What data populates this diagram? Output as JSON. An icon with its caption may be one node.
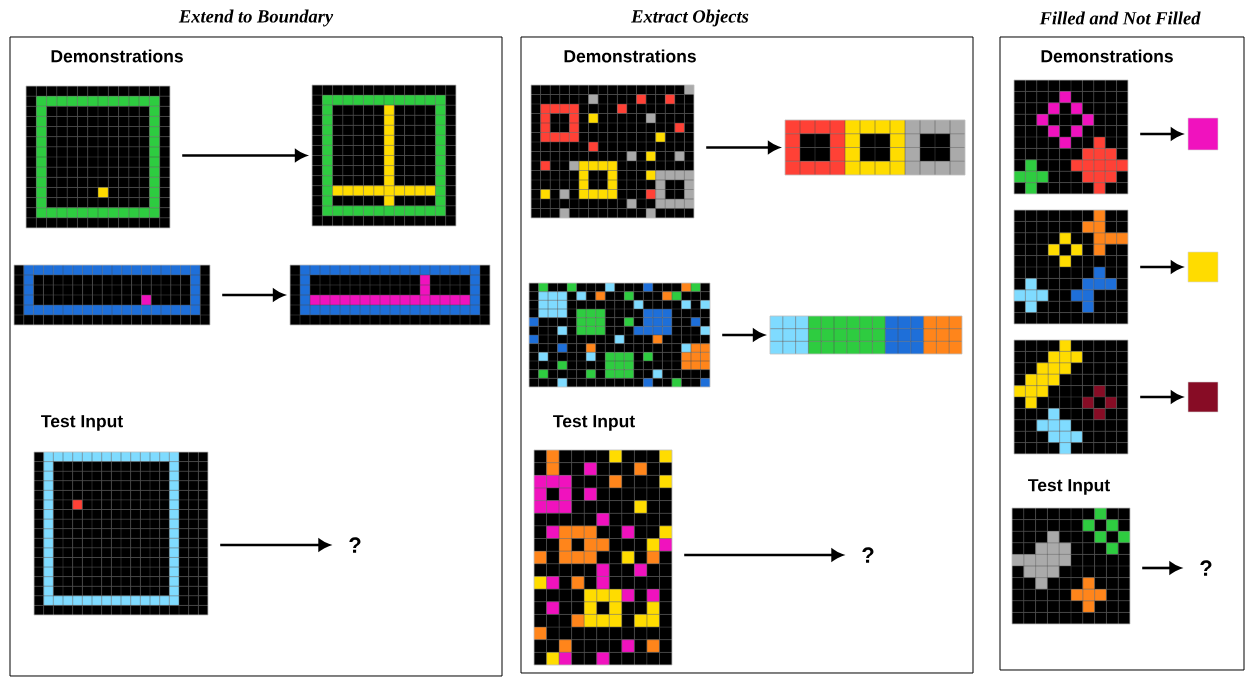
{
  "diagram": {
    "nodes": [
      {
        "text": [
          "Extend to Boundary",
          "Demonstrations",
          "Test Input"
        ]
      },
      {
        "text": [],
        "shape": "picture",
        "in": 0
      },
      {
        "text": [],
        "shape": "picture",
        "in": 0
      },
      {
        "text": [],
        "shape": "picture",
        "in": 0
      },
      {
        "text": [],
        "shape": "picture",
        "in": 0
      },
      {
        "text": [],
        "shape": "picture",
        "in": 0
      },
      {
        "text": [
          "?"
        ],
        "in": 0
      },
      {
        "text": [
          "Extract Objects",
          "Demonstrations",
          "Test Input"
        ]
      },
      {
        "text": [],
        "shape": "picture",
        "in": 7
      },
      {
        "text": [],
        "shape": "picture",
        "in": 7
      },
      {
        "text": [],
        "shape": "picture",
        "in": 7
      },
      {
        "text": [],
        "shape": "picture",
        "in": 7
      },
      {
        "text": [],
        "shape": "picture",
        "in": 7
      },
      {
        "text": [
          "?"
        ],
        "in": 7
      },
      {
        "text": [
          "Filled and Not Filled",
          "Demonstrations",
          "Test Input"
        ]
      },
      {
        "text": [],
        "shape": "picture",
        "in": 14
      },
      {
        "text": [],
        "shape": "box",
        "in": 14
      },
      {
        "text": [],
        "shape": "picture",
        "in": 14
      },
      {
        "text": [],
        "shape": "box",
        "in": 14
      },
      {
        "text": [],
        "shape": "picture",
        "in": 14
      },
      {
        "text": [],
        "shape": "box",
        "in": 14
      },
      {
        "text": [],
        "shape": "picture",
        "in": 14
      },
      {
        "text": [
          "?"
        ],
        "in": 14
      }
    ],
    "edges": [
      {
        "from": 1,
        "to": 2,
        "arrow": "to"
      },
      {
        "from": 3,
        "to": 4,
        "arrow": "to"
      },
      {
        "from": 5,
        "to": 6,
        "arrow": "to"
      },
      {
        "from": 8,
        "to": 9,
        "arrow": "to"
      },
      {
        "from": 10,
        "to": 11,
        "arrow": "to"
      },
      {
        "from": 12,
        "to": 13,
        "arrow": "to"
      },
      {
        "from": 15,
        "to": 16,
        "arrow": "to"
      },
      {
        "from": 17,
        "to": 18,
        "arrow": "to"
      },
      {
        "from": 19,
        "to": 20,
        "arrow": "to"
      },
      {
        "from": 21,
        "to": 22,
        "arrow": "to"
      }
    ]
  }
}
